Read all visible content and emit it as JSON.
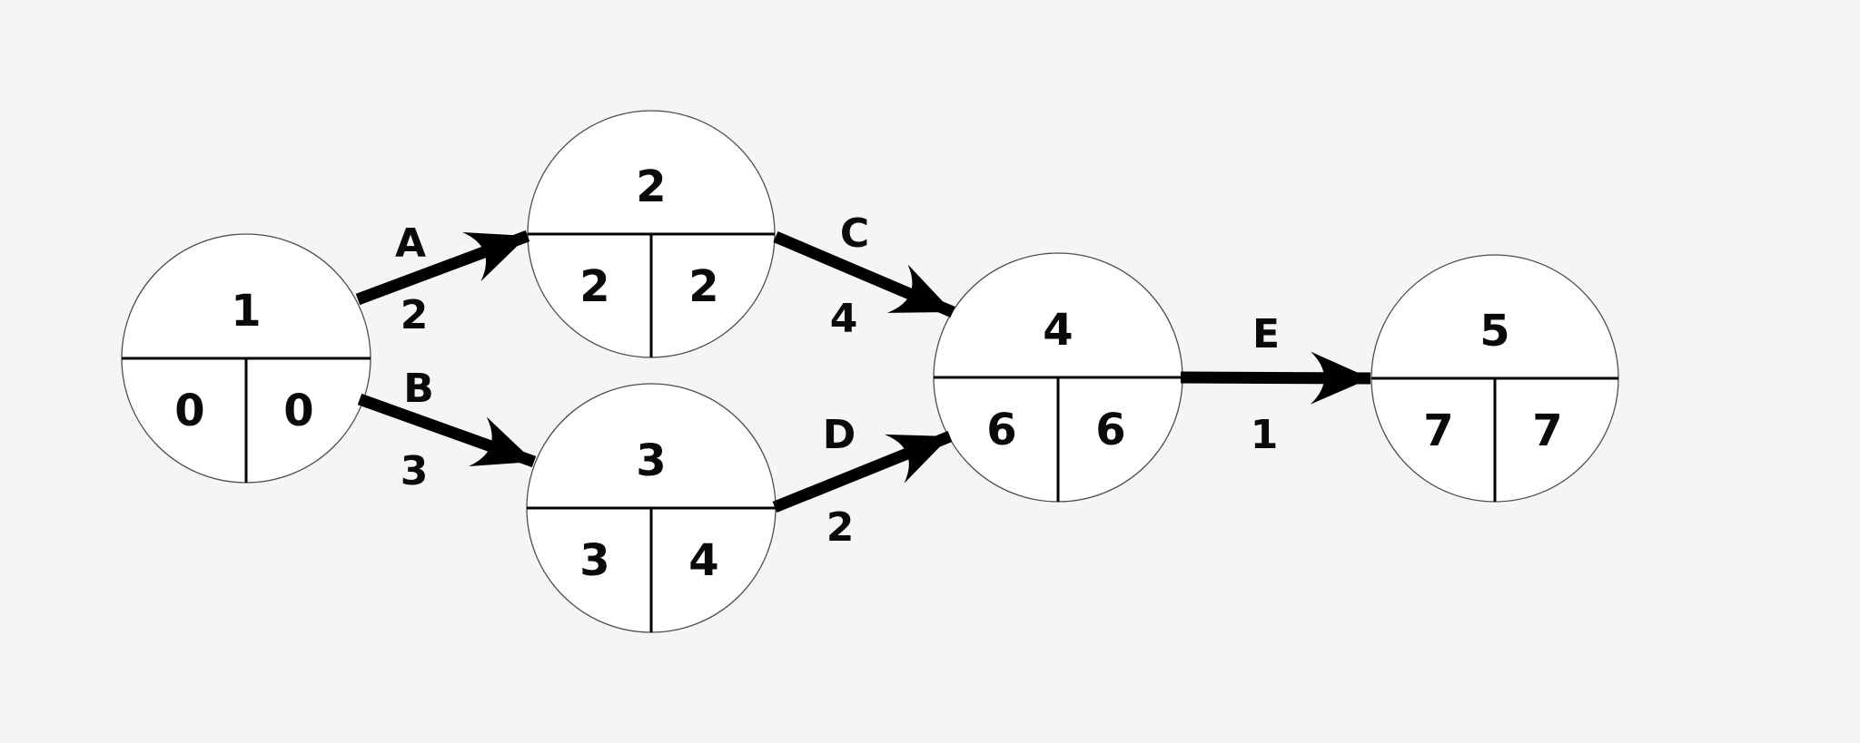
{
  "diagram": {
    "type": "project-network-diagram-activity-on-arrow",
    "background_color": "#f5f5f5",
    "node_fill_color": "#ffffff",
    "line_color": "#000000",
    "node_outline_color": "#4d4d4d",
    "nodes": [
      {
        "event": "1",
        "early": "0",
        "late": "0"
      },
      {
        "event": "2",
        "early": "2",
        "late": "2"
      },
      {
        "event": "3",
        "early": "3",
        "late": "4"
      },
      {
        "event": "4",
        "early": "6",
        "late": "6"
      },
      {
        "event": "5",
        "early": "7",
        "late": "7"
      }
    ],
    "activities": [
      {
        "name": "A",
        "duration": "2",
        "from_event": "1",
        "to_event": "2"
      },
      {
        "name": "B",
        "duration": "3",
        "from_event": "1",
        "to_event": "3"
      },
      {
        "name": "C",
        "duration": "4",
        "from_event": "2",
        "to_event": "4"
      },
      {
        "name": "D",
        "duration": "2",
        "from_event": "3",
        "to_event": "4"
      },
      {
        "name": "E",
        "duration": "1",
        "from_event": "4",
        "to_event": "5"
      }
    ]
  }
}
